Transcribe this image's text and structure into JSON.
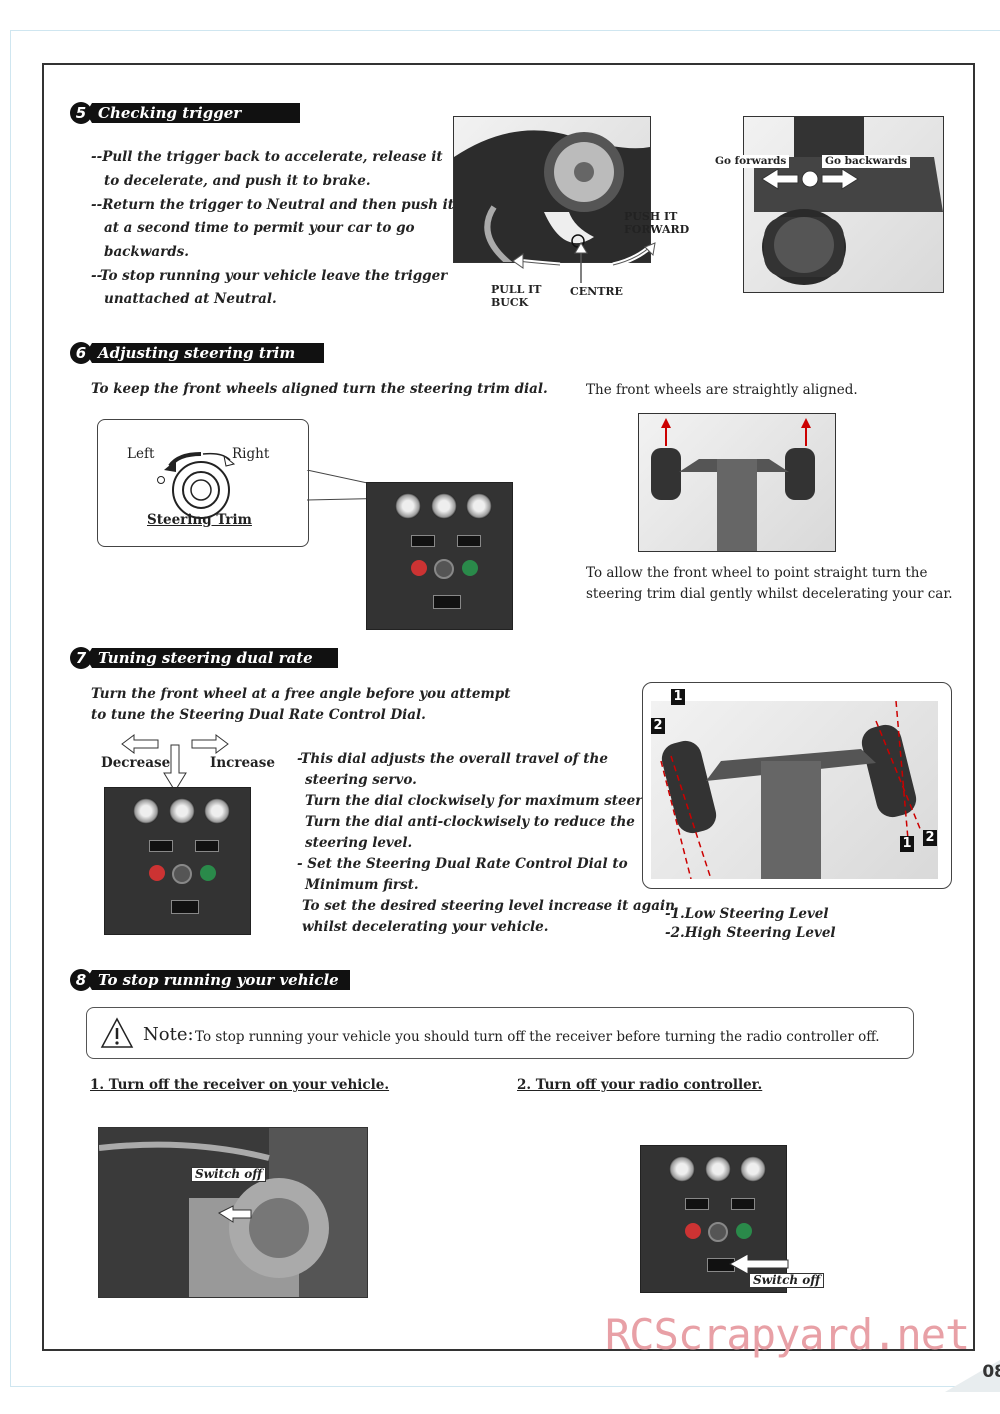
{
  "page_number": "08",
  "watermark": "RCScrapyard.net",
  "s5": {
    "num": "5",
    "title": "Checking trigger control",
    "lines": [
      "--Pull the trigger back to accelerate, release it",
      "to decelerate, and push it  to brake.",
      "--Return the trigger to Neutral and then push it",
      "at a second time to permit your car to go",
      "backwards.",
      "--To stop running your vehicle leave the trigger",
      "unattached at Neutral."
    ],
    "push_forward": [
      "PUSH IT",
      "FORWARD"
    ],
    "pull_back": [
      "PULL IT",
      "BUCK"
    ],
    "centre": "CENTRE",
    "go_forwards": "Go forwards",
    "go_backwards": "Go backwards"
  },
  "s6": {
    "num": "6",
    "title": "Adjusting steering trim dial",
    "intro": "To keep the front wheels aligned turn the steering trim dial.",
    "left": "Left",
    "right": "Right",
    "steering_trim": "Steering Trim",
    "aligned": "The front wheels are straightly aligned.",
    "tip": [
      "To allow the front wheel to point straight turn  the",
      "steering trim dial gently whilst decelerating your car."
    ]
  },
  "s7": {
    "num": "7",
    "title": "Tuning steering dual rate dial",
    "intro": [
      "Turn the front wheel at a free angle before you attempt",
      "to tune the Steering Dual Rate Control Dial."
    ],
    "decrease": "Decrease",
    "increase": "Increase",
    "body": [
      "-This dial adjusts the overall travel of the",
      "steering servo.",
      "Turn the dial clockwisely for maximum steering.",
      "Turn the dial anti-clockwisely to reduce the",
      "steering level.",
      "- Set the Steering Dual Rate Control Dial to",
      "Minimum first.",
      "To set the desired steering level increase it again",
      "whilst decelerating your vehicle."
    ],
    "tag1": "1",
    "tag2": "2",
    "legend1": "-1.Low Steering Level",
    "legend2": "-2.High Steering Level"
  },
  "s8": {
    "num": "8",
    "title": "To stop running your vehicle",
    "note_label": "Note:",
    "note_text": "To stop running your vehicle you should turn off the receiver before turning the radio controller off.",
    "step1": "1. Turn off the receiver on your vehicle.",
    "step2": "2. Turn off your radio controller.",
    "switch_off": "Switch off"
  }
}
